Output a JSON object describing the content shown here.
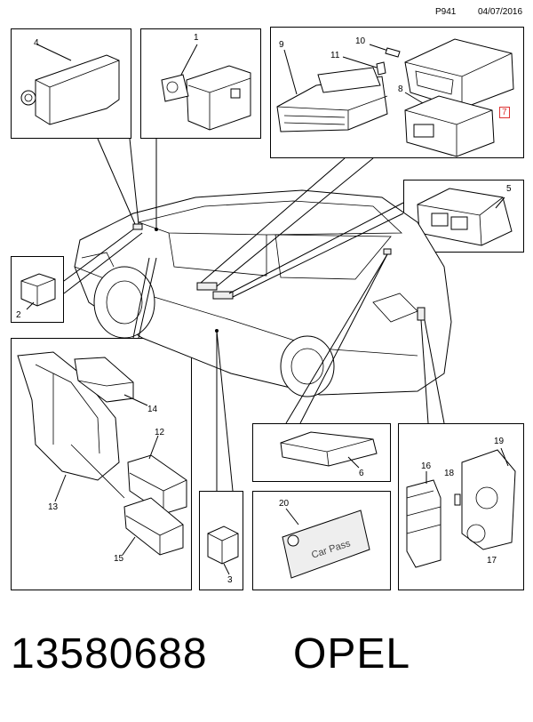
{
  "header": {
    "code": "P941",
    "date": "04/07/2016"
  },
  "callouts": {
    "c1": "1",
    "c2": "2",
    "c3": "3",
    "c4": "4",
    "c5": "5",
    "c6": "6",
    "c7": "7",
    "c8": "8",
    "c9": "9",
    "c10": "10",
    "c11": "11",
    "c12": "12",
    "c13": "13",
    "c14": "14",
    "c15": "15",
    "c16": "16",
    "c17": "17",
    "c18": "18",
    "c19": "19",
    "c20": "20"
  },
  "card_text": "Car Pass",
  "footer": {
    "part_number": "13580688",
    "brand": "OPEL"
  },
  "colors": {
    "highlight": "#d33333"
  }
}
